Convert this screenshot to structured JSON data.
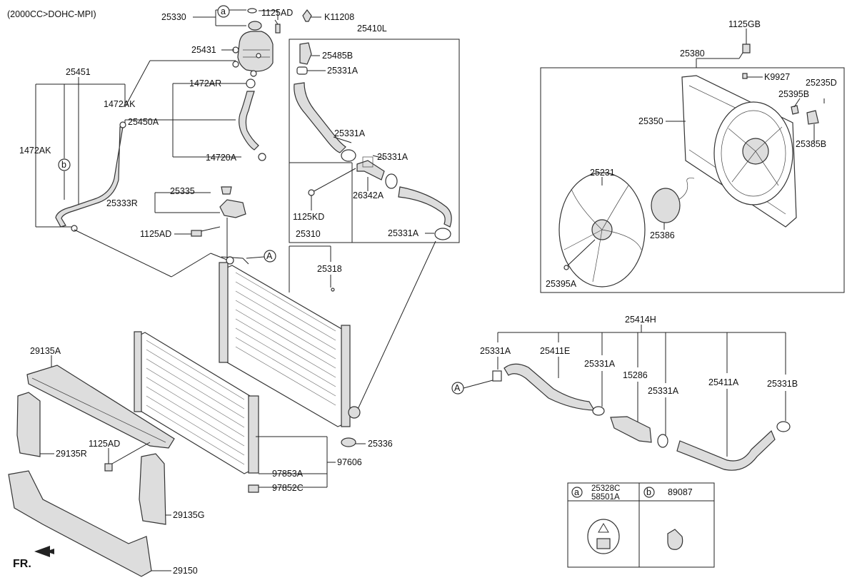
{
  "header": {
    "engine_spec": "(2000CC>DOHC-MPI)"
  },
  "direction_label": "FR.",
  "callouts": {
    "c25330": "25330",
    "c1125AD_top": "1125AD",
    "cK11208": "K11208",
    "c25410L": "25410L",
    "c25431": "25431",
    "c25485B": "25485B",
    "c25331A_a": "25331A",
    "c25451": "25451",
    "c1472AR": "1472AR",
    "c1472AK_a": "1472AK",
    "c25450A": "25450A",
    "c1472AK_b": "1472AK",
    "c14720A": "14720A",
    "c25331A_b": "25331A",
    "c25331A_c": "25331A",
    "c26342A": "26342A",
    "c25335": "25335",
    "c25333R": "25333R",
    "c1125KD": "1125KD",
    "c1125AD_mid": "1125AD",
    "c25331A_d": "25331A",
    "c25310": "25310",
    "c25318": "25318",
    "c29135A": "29135A",
    "c1125AD_low": "1125AD",
    "c29135R": "29135R",
    "c29135G": "29135G",
    "c29150": "29150",
    "c97853A": "97853A",
    "c97606": "97606",
    "c97852C": "97852C",
    "c25336": "25336",
    "c1125GB": "1125GB",
    "c25380": "25380",
    "cK9927": "K9927",
    "c25235D": "25235D",
    "c25395B": "25395B",
    "c25350": "25350",
    "c25385B": "25385B",
    "c25231": "25231",
    "c25386": "25386",
    "c25395A": "25395A",
    "c25414H": "25414H",
    "c25331A_e": "25331A",
    "c25411E": "25411E",
    "c25331A_f": "25331A",
    "c15286": "15286",
    "c25331A_g": "25331A",
    "c25411A": "25411A",
    "c25331B": "25331B"
  },
  "markers": {
    "a": "a",
    "b": "b",
    "A": "A"
  },
  "legend": {
    "a_key": "a",
    "a_part1": "25328C",
    "a_part2": "58501A",
    "b_key": "b",
    "b_part": "89087"
  }
}
